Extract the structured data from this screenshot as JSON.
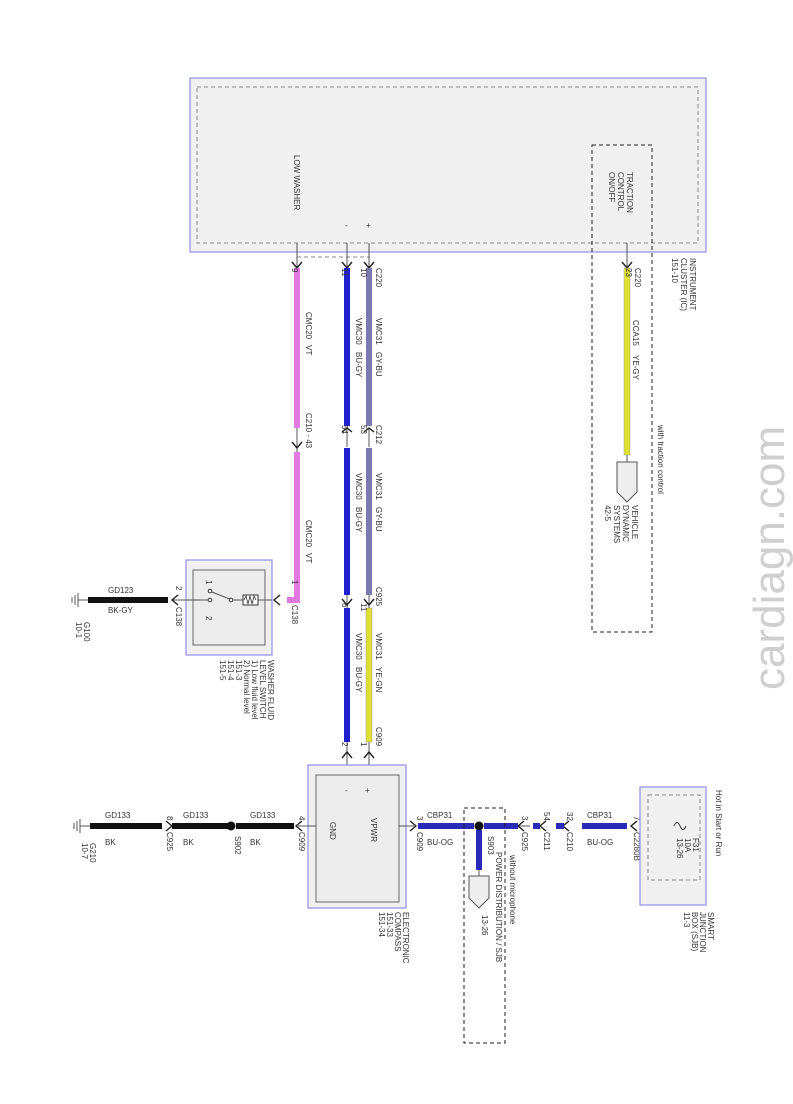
{
  "watermark": "cardiagn.com",
  "instrument_cluster": {
    "lines": [
      "INSTRUMENT",
      "CLUSTER (IC)",
      "151-10"
    ],
    "pin_low_washer": "LOW WASHER",
    "pin_minus": "-",
    "pin_plus": "+",
    "traction": [
      "TRACTION",
      "CONTROL",
      "ON/OFF"
    ]
  },
  "traction_circuit": {
    "connector": "C220",
    "pin": "23",
    "circuit": "CCA15",
    "color": "YE-GY",
    "condition": "with traction control",
    "dest": [
      "VEHICLE",
      "DYNAMIC",
      "SYSTEMS",
      "42-5"
    ]
  },
  "washer_circuit": {
    "pin_top": "9",
    "circuit1": "CMC20",
    "color1": "VT",
    "inline": "C210 - 43",
    "circuit2": "CMC20",
    "color2": "VT",
    "pin_c138": "1",
    "c138": "C138"
  },
  "compass_circuits": {
    "c220": "C220",
    "pin_plus_c220": "10",
    "pin_minus_c220": "11",
    "gyu_circuit": "VMC31",
    "gyu_color": "GY-BU",
    "bugy_circuit": "VMC30",
    "bugy_color": "BU-GY",
    "c212": "C212",
    "pin_plus_c212": "53",
    "pin_minus_c212": "54",
    "c925": "C925",
    "pin_plus_c925": "11",
    "pin_minus_c925": "6",
    "yegn_circuit": "VMC31",
    "yegn_color": "YE-GN",
    "c909": "C909",
    "pin_plus_c909": "1",
    "pin_minus_c909": "2"
  },
  "washer_switch": {
    "lines": [
      "WASHER FLUID",
      "LEVEL SWITCH",
      "1) Low fluid level",
      "2) Normal level",
      "151-3",
      "151-4",
      "151-5"
    ],
    "pos1": "1",
    "pos2": "2",
    "pin_out": "2",
    "connector": "C138"
  },
  "ground_g100": {
    "circuit": "GD123",
    "color": "BK-GY",
    "ground": "G100",
    "page": "10-1"
  },
  "compass": {
    "lines": [
      "ELECTRONIC",
      "COMPASS",
      "151-33",
      "151-34"
    ],
    "plus": "+",
    "minus": "-",
    "vpwr": "VPWR",
    "gnd": "GND"
  },
  "ground_g210": {
    "pin_c909": "4",
    "c909": "C909",
    "circuit": "GD133",
    "color": "BK",
    "s902": "S902",
    "pin_c925": "8",
    "c925": "C925",
    "ground": "G210",
    "page": "10-7"
  },
  "power": {
    "pin_c909": "3",
    "c909": "C909",
    "circuit": "CBP31",
    "color": "BU-OG",
    "s903": "S903",
    "pin_c925": "3",
    "c925": "C925",
    "pin_c211": "54",
    "c211": "C211",
    "pin_c210": "32",
    "c210": "C210",
    "pin_c2280b": "7",
    "c2280b": "C2280B",
    "condition": "without microphone",
    "dest": "POWER DISTRIBUTION / SJB",
    "dest_page": "13-26"
  },
  "sjb": {
    "hot": "Hot in Start or Run",
    "fuse": [
      "F31",
      "10A",
      "13-26"
    ],
    "lines": [
      "SMART",
      "JUNCTION",
      "BOX (SJB)",
      "11-3"
    ]
  },
  "colors": {
    "vt": "#e07ae0",
    "bugy": "#2020d0",
    "gybu": "#7a7ab0",
    "yellow": "#e0e030",
    "bk": "#111111",
    "buog": "#2a2ab8"
  }
}
